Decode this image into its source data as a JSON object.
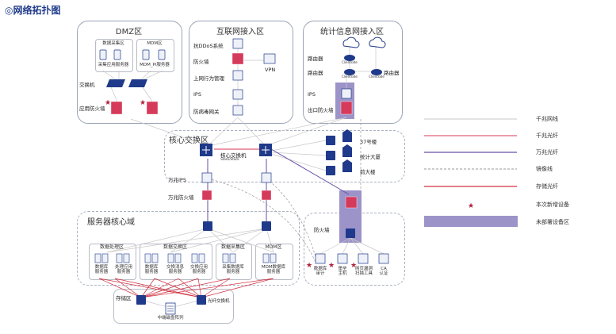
{
  "title": "◎网络拓扑图",
  "zones": {
    "dmz": "DMZ区",
    "internet": "互联网接入区",
    "stats": "统计信息网接入区",
    "core": "核心交换区",
    "server": "服务器核心域"
  },
  "dmz": {
    "group1": "数据采集区",
    "group1_sub": "采集应用服务器",
    "group2": "MDM区",
    "group2_sub": "MDM_Pi服务器",
    "switch": "交换机",
    "firewall": "应用防火墙"
  },
  "internet": {
    "ddos": "抗DDoS系统",
    "firewall": "防火墙",
    "behavior": "上网行为管理",
    "ips": "IPS",
    "antivirus": "防病毒网关",
    "vpn": "VPN"
  },
  "stats": {
    "router1": "路由器",
    "router1_sub": "Clientside",
    "router2": "路由器",
    "router2_sub": "Clientside",
    "router3": "路由器",
    "router3_sub": "Clientside",
    "ips": "IPS",
    "exit_fw": "出口防火墙"
  },
  "core": {
    "switch": "核心交换机",
    "switch_sub": "Stack/Stack",
    "buildings": [
      "37号楼",
      "统计大厦",
      "前大楼"
    ]
  },
  "mid": {
    "ips": "万兆IPS",
    "fw": "万兆防火墙"
  },
  "right_zone": {
    "fw": "防火墙",
    "items": [
      "数据库\n审计",
      "堡垒\n主机",
      "网页漏洞\n扫描工具",
      "CA\n认证"
    ]
  },
  "server": {
    "groups": [
      "数据处理区",
      "数据交换区",
      "数据采集区",
      "MDM区"
    ],
    "servers": [
      "数据库\n服务器",
      "处理应用\n服务器",
      "数据库\n服务器",
      "交换消息\n服务器",
      "交换应用\n服务器",
      "采集数据库\n服务器",
      "MDM数据库\n服务器"
    ],
    "storage": "存储区",
    "fiber_switch": "光纤交换机",
    "disk_array": "中端磁盘阵列"
  },
  "legend": [
    {
      "label": "千兆网线",
      "type": "line",
      "color": "#c8c8c8"
    },
    {
      "label": "千兆光纤",
      "type": "line",
      "color": "#e0607a"
    },
    {
      "label": "万兆光纤",
      "type": "line",
      "color": "#6a4ea8"
    },
    {
      "label": "镜像线",
      "type": "dash",
      "color": "#9a9a9a"
    },
    {
      "label": "存储光纤",
      "type": "line",
      "color": "#d03040"
    },
    {
      "label": "本次新增设备",
      "type": "star",
      "color": "#b0203a"
    },
    {
      "label": "未部署设备区",
      "type": "box",
      "color": "#9c93c9"
    }
  ],
  "colors": {
    "navy": "#1f3a8a",
    "firewall": "#d63a5a",
    "purple": "#9c93c9",
    "star": "#b0203a"
  }
}
